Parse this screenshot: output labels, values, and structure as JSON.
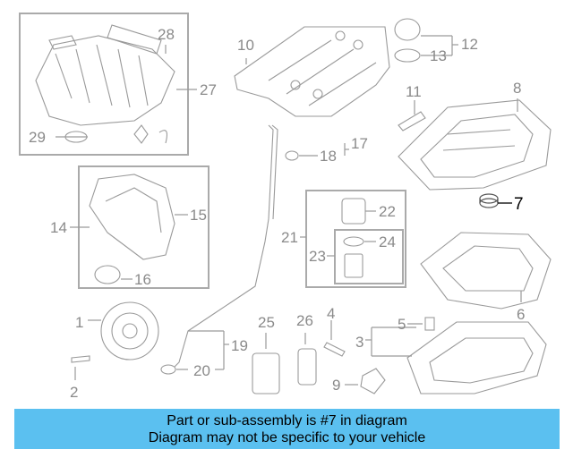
{
  "diagram": {
    "labels": {
      "l1": "1",
      "l2": "2",
      "l3": "3",
      "l4": "4",
      "l5": "5",
      "l6": "6",
      "l7": "7",
      "l8": "8",
      "l9": "9",
      "l10": "10",
      "l11": "11",
      "l12": "12",
      "l13": "13",
      "l14": "14",
      "l15": "15",
      "l16": "16",
      "l17": "17",
      "l18": "18",
      "l19": "19",
      "l20": "20",
      "l21": "21",
      "l22": "22",
      "l23": "23",
      "l24": "24",
      "l25": "25",
      "l26": "26",
      "l27": "27",
      "l28": "28",
      "l29": "29"
    },
    "highlight_color": "#000000",
    "line_color": "#9a9a9a"
  },
  "banner": {
    "line1": "Part or sub-assembly is #7 in diagram",
    "line2": "Diagram may not be specific to your vehicle",
    "color": "#5bc0f0"
  }
}
